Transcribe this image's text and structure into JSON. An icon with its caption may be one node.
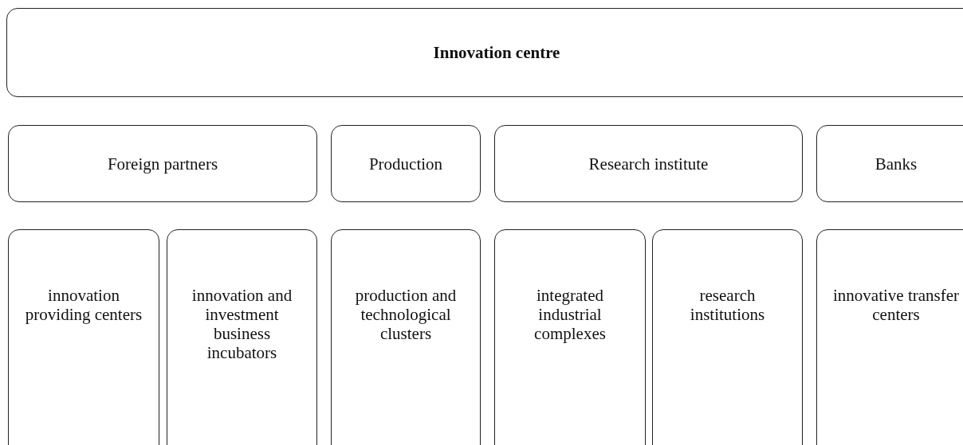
{
  "diagram": {
    "nodes": [
      {
        "text": [
          "Innovation centre"
        ]
      },
      {
        "text": [
          "Foreign partners"
        ]
      },
      {
        "text": [
          "Production"
        ]
      },
      {
        "text": [
          "Research institute"
        ]
      },
      {
        "text": [
          "Banks"
        ]
      },
      {
        "text": [
          "innovation providing centers"
        ]
      },
      {
        "text": [
          "innovation and investment business incubators"
        ]
      },
      {
        "text": [
          "production and technological clusters"
        ]
      },
      {
        "text": [
          "integrated industrial complexes"
        ]
      },
      {
        "text": [
          "research institutions"
        ]
      },
      {
        "text": [
          "innovative transfer centers"
        ]
      }
    ],
    "edges": []
  }
}
